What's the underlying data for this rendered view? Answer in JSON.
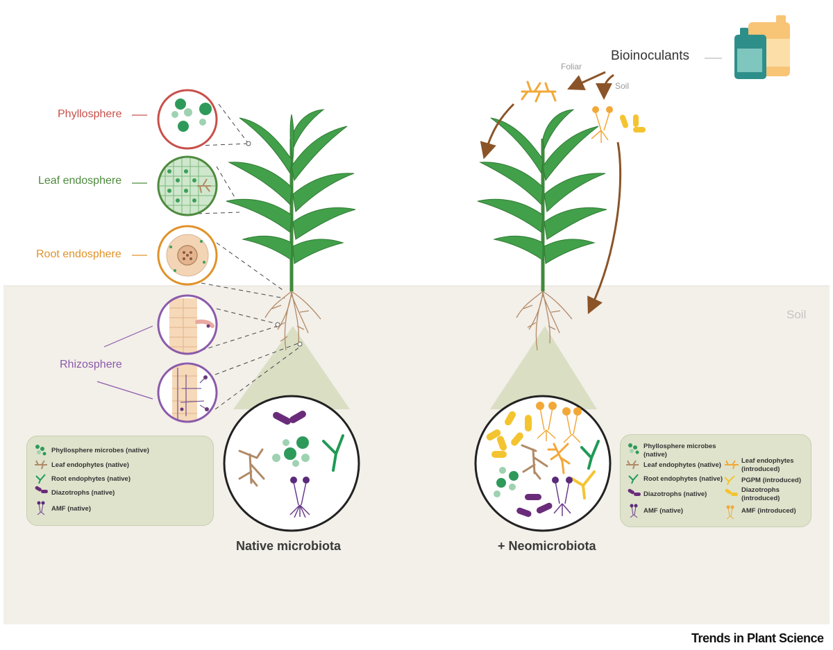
{
  "labels": {
    "phyllosphere": "Phyllosphere",
    "leaf_endosphere": "Leaf endosphere",
    "root_endosphere": "Root endosphere",
    "rhizosphere": "Rhizosphere",
    "soil": "Soil",
    "bioinoculants": "Bioinoculants",
    "foliar": "Foliar",
    "soil_route": "Soil",
    "native_title": "Native microbiota",
    "neo_title": "+ Neomicrobiota",
    "journal": "Trends in Plant Science"
  },
  "colors": {
    "phyllosphere": "#c8504a",
    "leaf_endosphere": "#4e8a3e",
    "root_endosphere": "#e0922a",
    "rhizosphere": "#8a5aaa",
    "soil_bg": "#f3efe9",
    "leaf": "#3f9a44",
    "root": "#b08a66",
    "arrow": "#8a5428",
    "legend_bg": "#dfe3cc"
  },
  "legend_native": [
    "Phyllosphere microbes (native)",
    "Leaf endophytes (native)",
    "Root endophytes (native)",
    "Diazotrophs (native)",
    "AMF (native)"
  ],
  "legend_neo": {
    "left": [
      "Phyllosphere microbes",
      "(native)",
      "Leaf endophytes (native)",
      "Root endophytes (native)",
      "Diazotrophs (native)",
      "AMF (native)"
    ],
    "right": [
      "Leaf endophytes",
      "(introduced)",
      "PGPM (introduced)",
      "Diazotrophs",
      "(introduced)",
      "AMF (introduced)"
    ]
  }
}
